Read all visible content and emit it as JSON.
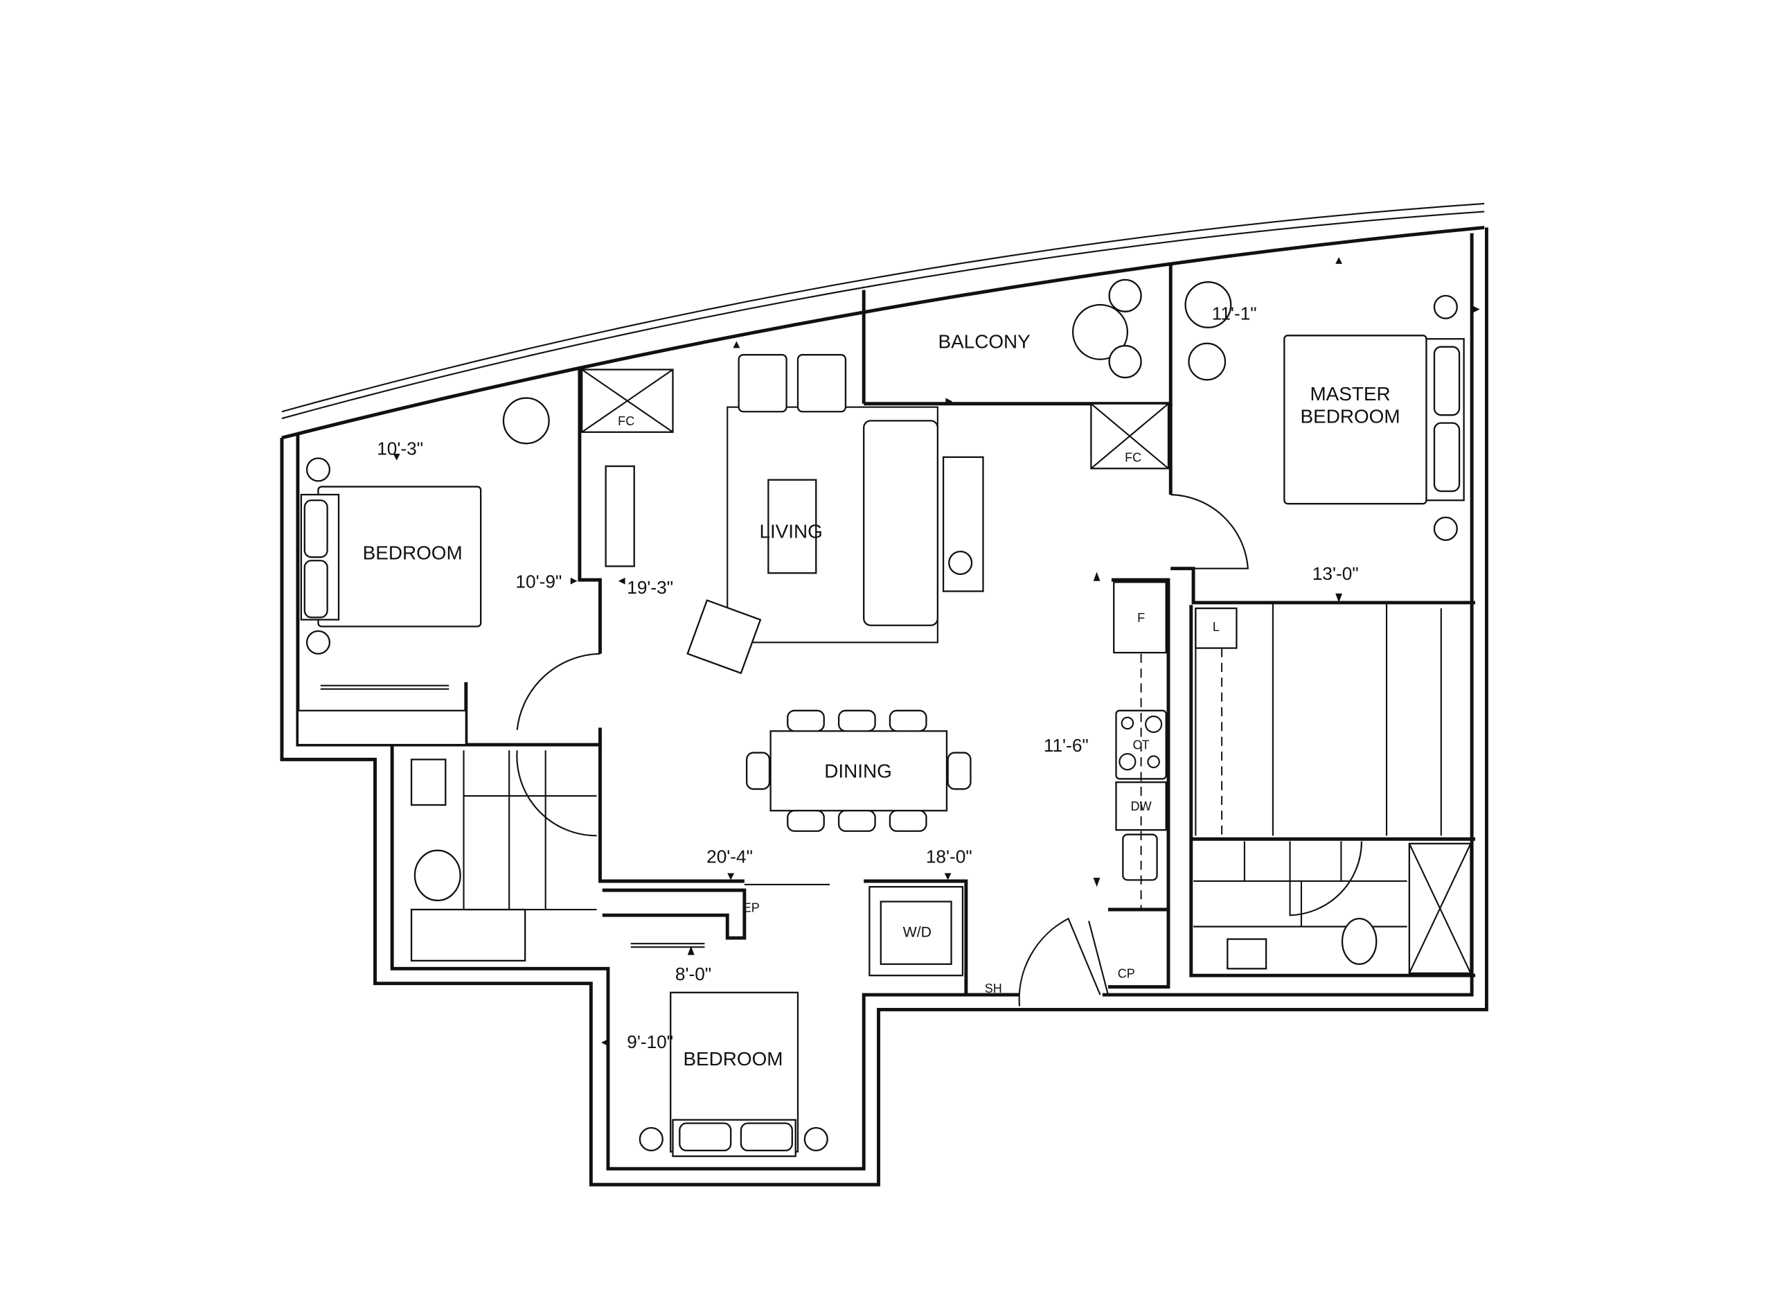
{
  "rooms": {
    "balcony": "BALCONY",
    "master_bedroom_line1": "MASTER",
    "master_bedroom_line2": "BEDROOM",
    "bedroom_west": "BEDROOM",
    "living": "LIVING",
    "dining": "DINING",
    "bedroom_south": "BEDROOM"
  },
  "dimensions": {
    "bedroom_west_width": "10'-3\"",
    "bedroom_west_length": "10'-9\"",
    "living_length": "19'-3\"",
    "master_width": "11'-1\"",
    "master_length": "13'-0\"",
    "kitchen_length": "11'-6\"",
    "dining_width": "20'-4\"",
    "dining_length": "18'-0\"",
    "bedroom_south_width": "8'-0\"",
    "bedroom_south_length": "9'-10\""
  },
  "fixtures": {
    "fan_coil_west": "FC",
    "fan_coil_east": "FC",
    "fridge": "F",
    "linen": "L",
    "cooktop": "CT",
    "dishwasher": "DW",
    "washer_dryer": "W/D",
    "electrical_panel": "EP",
    "shelf": "SH",
    "coat_closet": "CP"
  }
}
